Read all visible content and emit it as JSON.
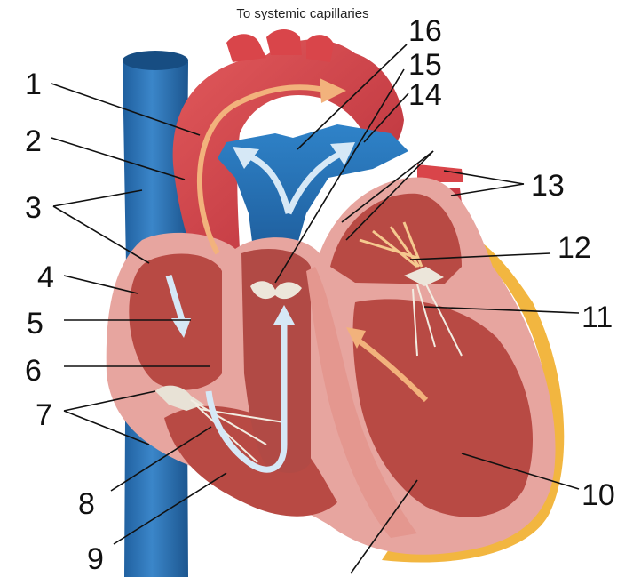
{
  "heading": "To systemic capillaries",
  "labels": [
    "1",
    "2",
    "3",
    "4",
    "5",
    "6",
    "7",
    "8",
    "9",
    "10",
    "11",
    "12",
    "13",
    "14",
    "15",
    "16"
  ],
  "colors": {
    "vena_cava": "#2f75b8",
    "pulmonary_trunk": "#2b78bd",
    "aorta": "#d9454a",
    "myocardium": "#e7a59f",
    "chamber_interior": "#b84a44",
    "flow_arrow_blue": "#cfe3f3",
    "flow_arrow_orange": "#f2b27c",
    "fat": "#f2b640"
  }
}
